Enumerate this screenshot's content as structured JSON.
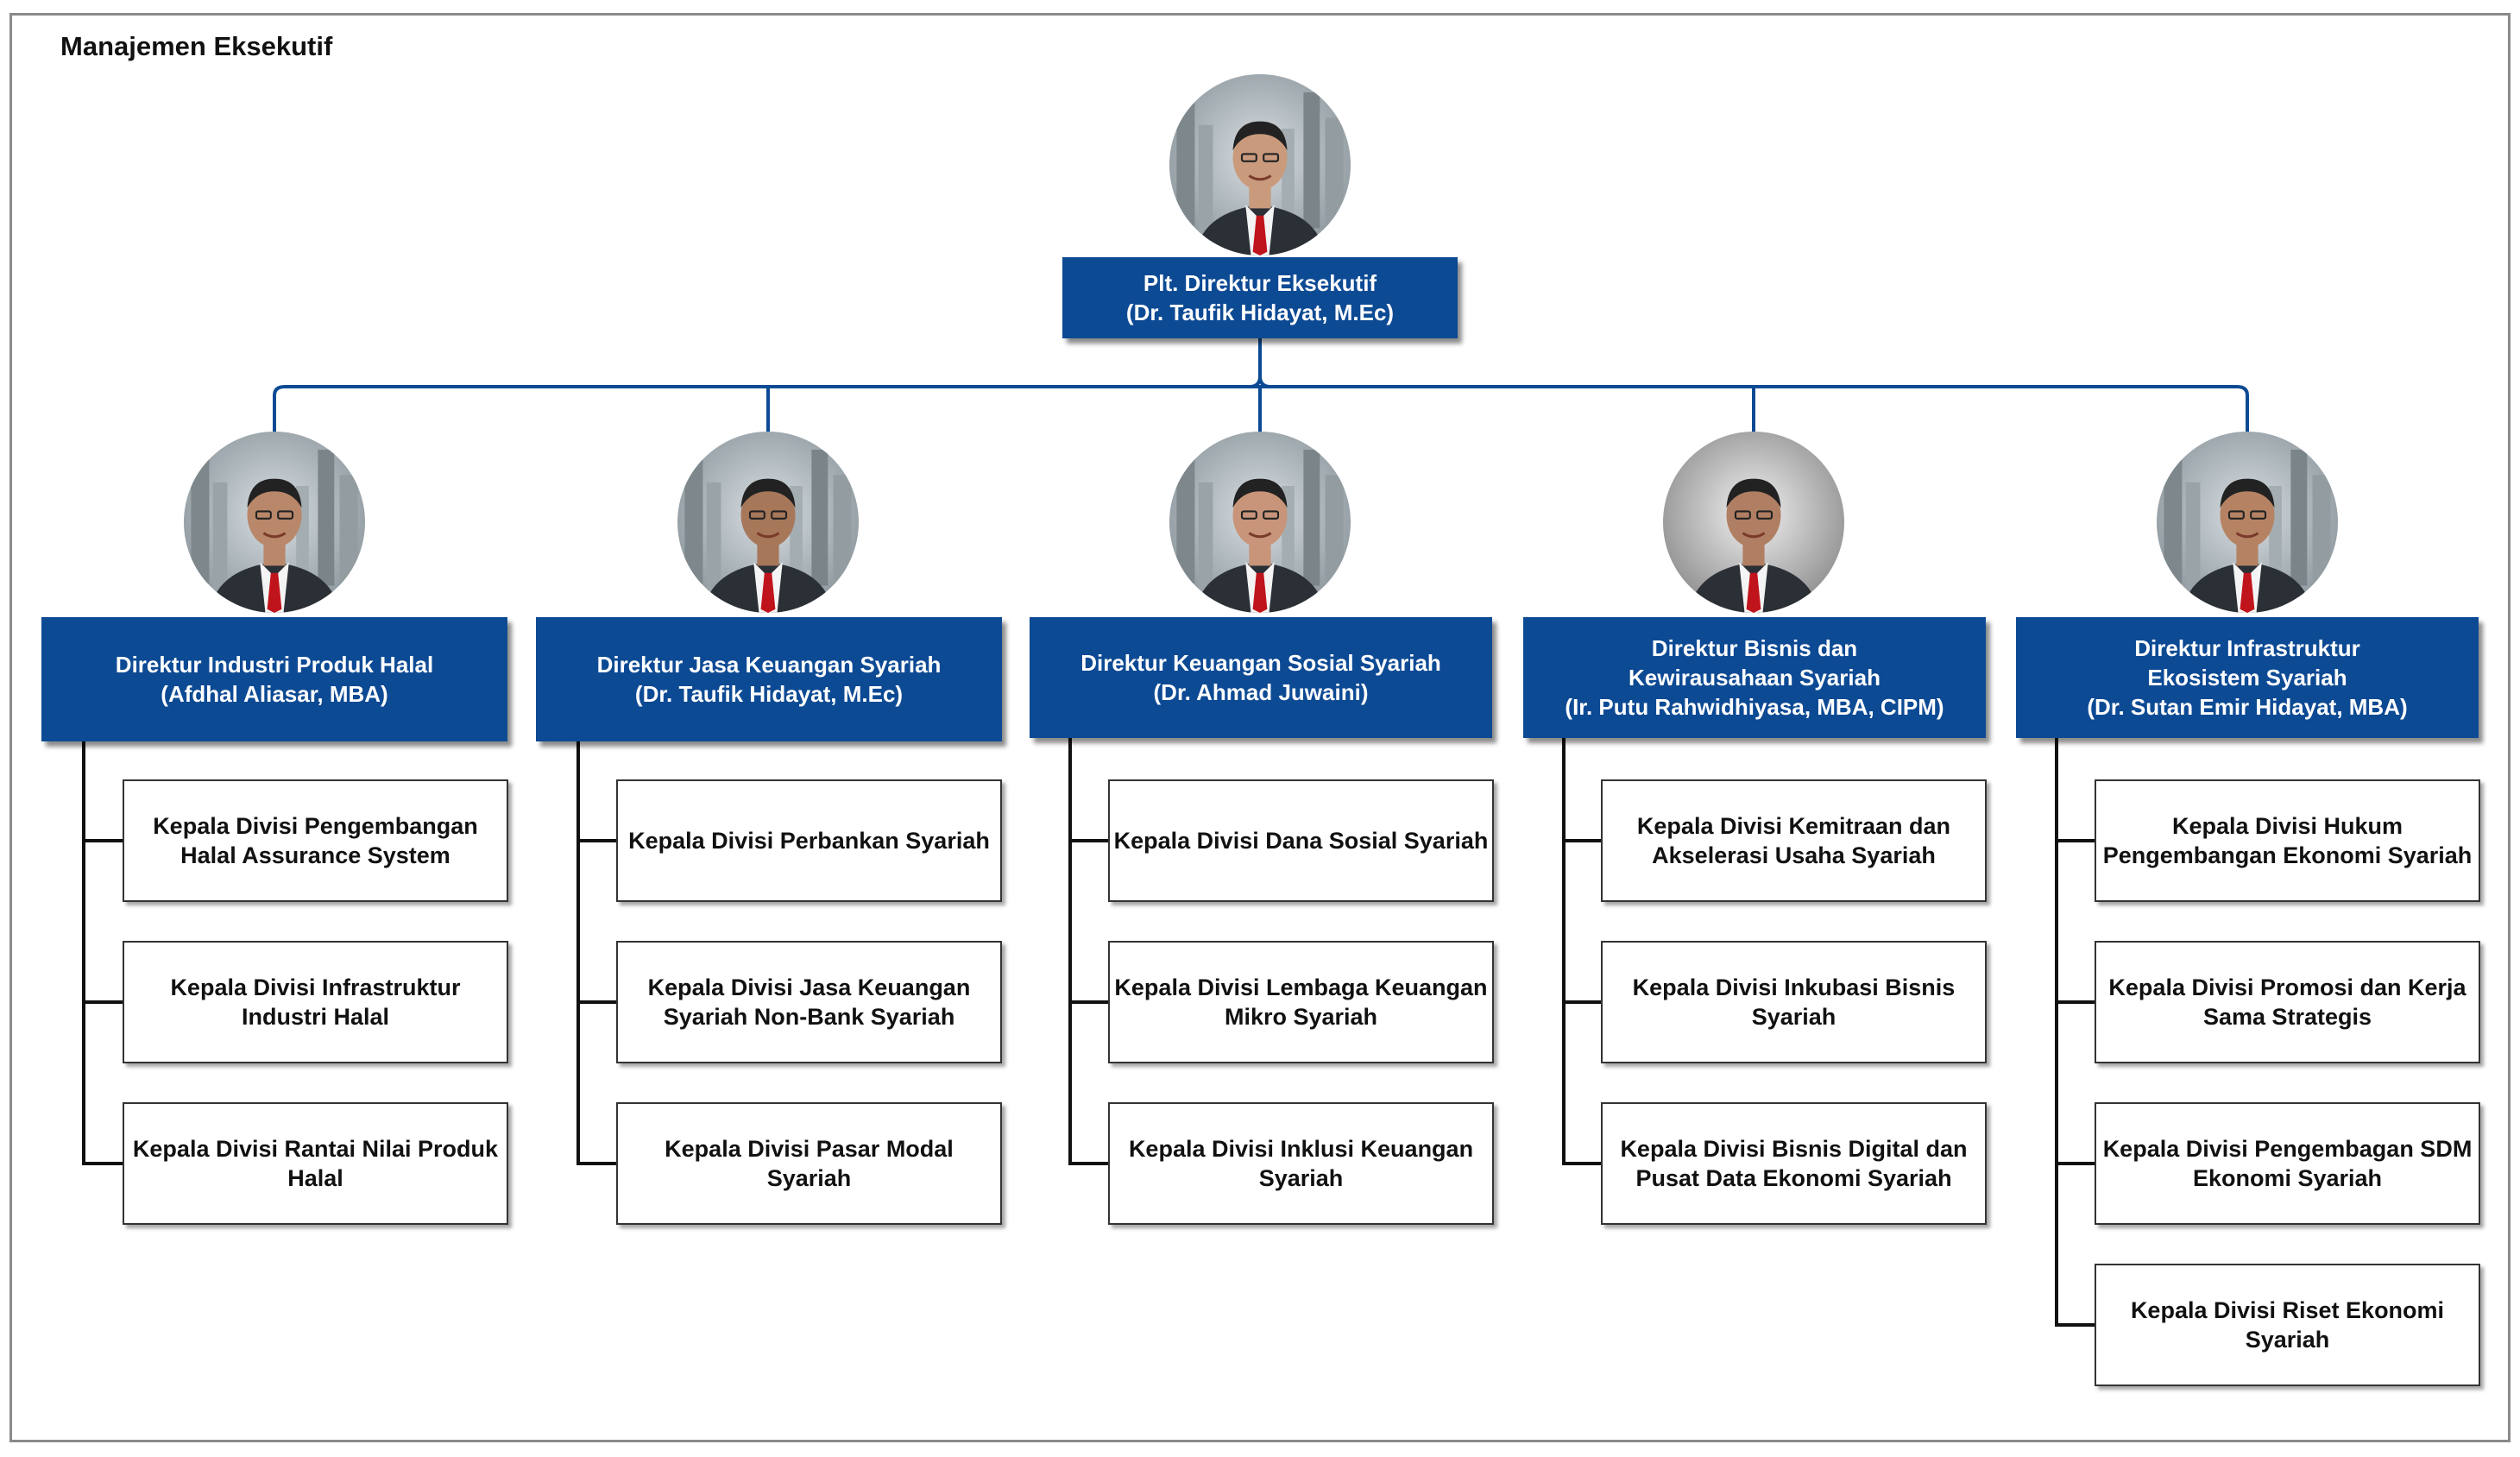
{
  "title": "Manajemen Eksekutif",
  "colors": {
    "director_box": "#0d4a94",
    "connector_blue": "#0d4a94",
    "connector_black": "#111111",
    "frame": "#8a8a8a"
  },
  "head": {
    "role": "Plt. Direktur Eksekutif",
    "name": "(Dr. Taufik Hidayat, M.Ec)",
    "photo_icon": "executive-portrait-icon"
  },
  "directors": [
    {
      "role": "Direktur Industri Produk Halal",
      "role_line2": "",
      "name": "(Afdhal Aliasar, MBA)",
      "divisions": [
        "Kepala Divisi Pengembangan Halal Assurance System",
        "Kepala Divisi Infrastruktur Industri Halal",
        "Kepala Divisi Rantai Nilai Produk Halal"
      ]
    },
    {
      "role": "Direktur Jasa Keuangan Syariah",
      "role_line2": "",
      "name": "(Dr. Taufik Hidayat, M.Ec)",
      "divisions": [
        "Kepala Divisi Perbankan Syariah",
        "Kepala Divisi Jasa Keuangan Syariah Non-Bank Syariah",
        "Kepala Divisi Pasar Modal Syariah"
      ]
    },
    {
      "role": "Direktur Keuangan Sosial Syariah",
      "role_line2": "",
      "name": "(Dr. Ahmad Juwaini)",
      "divisions": [
        "Kepala Divisi Dana Sosial Syariah",
        "Kepala Divisi Lembaga Keuangan Mikro Syariah",
        "Kepala Divisi Inklusi Keuangan Syariah"
      ]
    },
    {
      "role": "Direktur Bisnis dan",
      "role_line2": "Kewirausahaan Syariah",
      "name": "(Ir. Putu Rahwidhiyasa, MBA, CIPM)",
      "divisions": [
        "Kepala Divisi Kemitraan dan Akselerasi Usaha Syariah",
        "Kepala Divisi Inkubasi Bisnis Syariah",
        "Kepala Divisi Bisnis Digital dan Pusat Data Ekonomi Syariah"
      ]
    },
    {
      "role": "Direktur Infrastruktur",
      "role_line2": "Ekosistem Syariah",
      "name": "(Dr. Sutan Emir Hidayat, MBA)",
      "divisions": [
        "Kepala Divisi Hukum Pengembangan Ekonomi Syariah",
        "Kepala Divisi Promosi dan Kerja Sama Strategis",
        "Kepala Divisi Pengembagan SDM Ekonomi Syariah",
        "Kepala Divisi Riset Ekonomi Syariah"
      ]
    }
  ]
}
